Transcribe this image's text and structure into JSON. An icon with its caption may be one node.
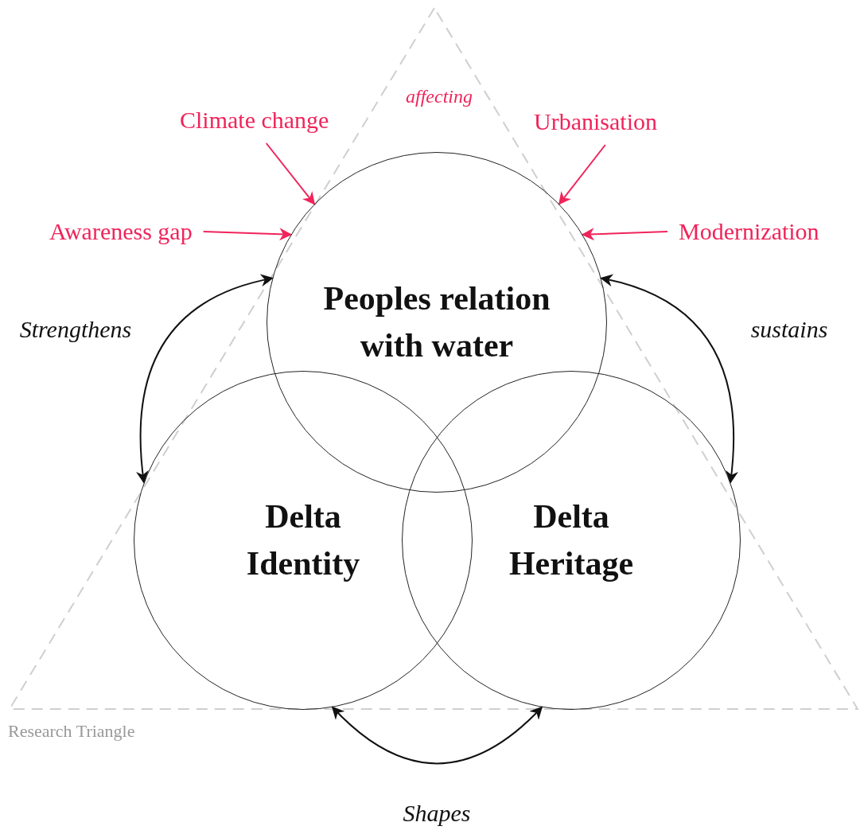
{
  "diagram": {
    "nodes": [
      {
        "text": [
          "Peoples relation with water"
        ]
      },
      {
        "text": [
          "Delta Identity"
        ]
      },
      {
        "text": [
          "Delta Heritage"
        ]
      },
      {
        "text": [
          "Climate change"
        ]
      },
      {
        "text": [
          "Urbanisation"
        ]
      },
      {
        "text": [
          "Awareness gap"
        ]
      },
      {
        "text": [
          "Modernization"
        ]
      }
    ],
    "edges": [
      {
        "from": 3,
        "to": 0,
        "arrow": "to",
        "color": "#f0245a"
      },
      {
        "from": 4,
        "to": 0,
        "arrow": "to",
        "color": "#f0245a"
      },
      {
        "from": 5,
        "to": 0,
        "arrow": "to",
        "color": "#f0245a"
      },
      {
        "from": 6,
        "to": 0,
        "arrow": "to",
        "color": "#f0245a"
      },
      {
        "from": 0,
        "to": 1,
        "arrow": "both",
        "label": "Strengthens",
        "color": "#111111"
      },
      {
        "from": 0,
        "to": 2,
        "arrow": "both",
        "label": "sustains",
        "color": "#111111"
      },
      {
        "from": 1,
        "to": 2,
        "arrow": "both",
        "label": "Shapes",
        "color": "#111111"
      }
    ],
    "labels": [
      "affecting",
      "Research Triangle"
    ]
  }
}
